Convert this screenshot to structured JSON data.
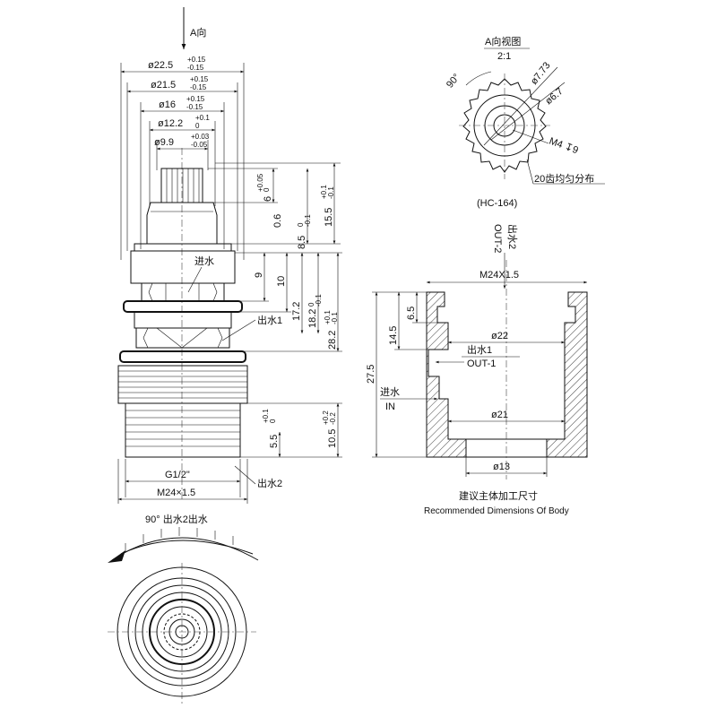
{
  "side_view": {
    "view_label": "A向",
    "dia_22_5": "ø22.5",
    "tol_22_5_up": "+0.15",
    "tol_22_5_dn": "-0.15",
    "dia_21_5": "ø21.5",
    "tol_21_5_up": "+0.15",
    "tol_21_5_dn": "-0.15",
    "dia_16": "ø16",
    "tol_16_up": "+0.15",
    "tol_16_dn": "-0.15",
    "dia_12_2": "ø12.2",
    "tol_12_2_up": "+0.1",
    "tol_12_2_dn": "0",
    "dia_9_9": "ø9.9",
    "tol_9_9_up": "+0.03",
    "tol_9_9_dn": "-0.05",
    "v6": "6",
    "v6_tol_up": "+0.05",
    "v6_tol_dn": "0",
    "v0_6": "0.6",
    "v8_5": "8.5",
    "v8_5_tol_up": "0",
    "v8_5_tol_dn": "-0.1",
    "v15_5": "15.5",
    "v15_5_tol_up": "+0.1",
    "v15_5_tol_dn": "-0.1",
    "v9": "9",
    "v10": "10",
    "v17_2": "17.2",
    "v18_2": "18.2",
    "v18_2_tol_up": "0",
    "v18_2_tol_dn": "-0.1",
    "v28_2": "28.2",
    "v28_2_tol_up": "+0.1",
    "v28_2_tol_dn": "-0.1",
    "v5_5": "5.5",
    "v5_5_tol_up": "+0.1",
    "v5_5_tol_dn": "0",
    "v10_5": "10.5",
    "v10_5_tol_up": "+0.2",
    "v10_5_tol_dn": "-0.2",
    "inlet": "进水",
    "outlet1": "出水1",
    "outlet2": "出水2",
    "thread_g": "G1/2\"",
    "thread_m": "M24×1.5"
  },
  "a_view": {
    "title": "A向视图",
    "scale": "2:1",
    "angle": "90°",
    "dia_7_73": "ø7.73",
    "dia_6_7": "ø6.7",
    "m4": "M4 ↧9",
    "teeth": "20齿均匀分布",
    "part_no": "(HC-164)"
  },
  "rotation": {
    "label": "90°  出水2出水"
  },
  "body_section": {
    "out2": "出水2",
    "out2_en": "OUT-2",
    "thread": "M24X1.5",
    "v6_5": "6.5",
    "v14_5": "14.5",
    "v27_5": "27.5",
    "dia_22": "ø22",
    "out1": "出水1",
    "out1_en": "OUT-1",
    "inlet": "进水",
    "inlet_en": "IN",
    "dia_21": "ø21",
    "dia_13": "ø13",
    "caption_cn": "建议主体加工尺寸",
    "caption_en": "Recommended Dimensions Of Body"
  },
  "colors": {
    "line": "#111111",
    "background": "#ffffff"
  }
}
